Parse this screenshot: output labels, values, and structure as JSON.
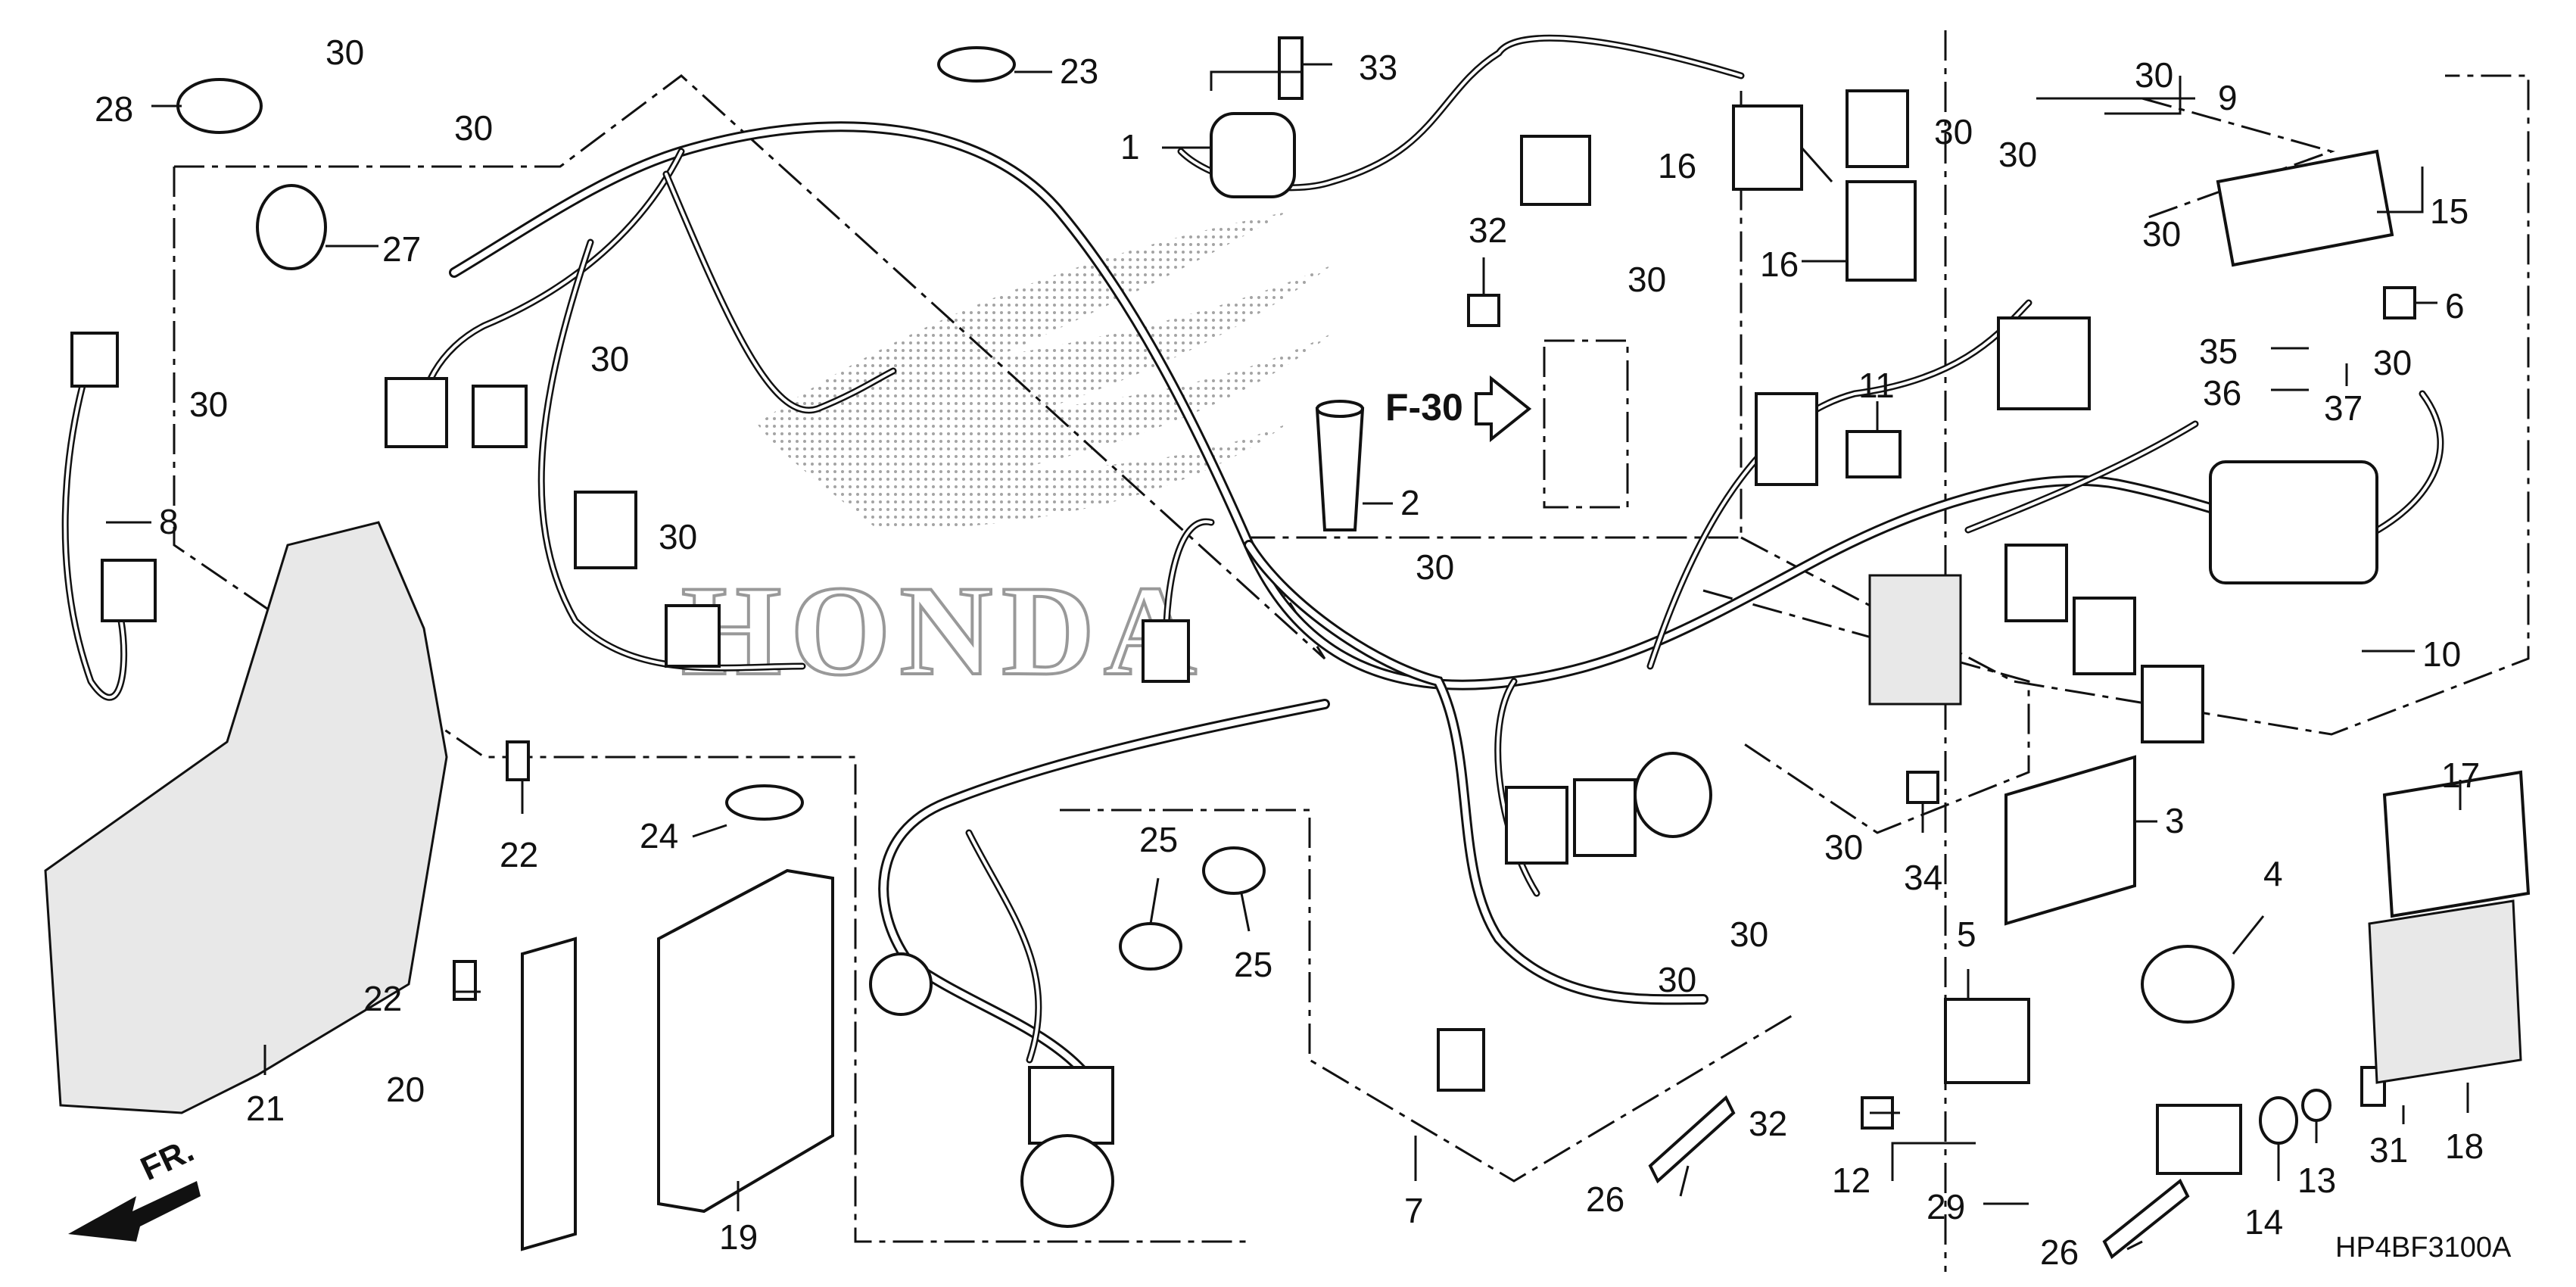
{
  "diagram": {
    "code": "HP4BF3100A",
    "reference": "F-30",
    "front_label": "FR.",
    "background_logo": "HONDA"
  },
  "callouts": {
    "c1": "1",
    "c2": "2",
    "c3": "3",
    "c4": "4",
    "c5": "5",
    "c6": "6",
    "c7": "7",
    "c8": "8",
    "c9": "9",
    "c10": "10",
    "c11": "11",
    "c12": "12",
    "c13": "13",
    "c14": "14",
    "c15": "15",
    "c16a": "16",
    "c16b": "16",
    "c17": "17",
    "c18": "18",
    "c19": "19",
    "c20": "20",
    "c21": "21",
    "c22a": "22",
    "c22b": "22",
    "c23": "23",
    "c24": "24",
    "c25a": "25",
    "c25b": "25",
    "c26a": "26",
    "c26b": "26",
    "c27": "27",
    "c28": "28",
    "c29": "29",
    "c30a": "30",
    "c30b": "30",
    "c30c": "30",
    "c30d": "30",
    "c30e": "30",
    "c30f": "30",
    "c30g": "30",
    "c30h": "30",
    "c30i": "30",
    "c30j": "30",
    "c30k": "30",
    "c30l": "30",
    "c30m": "30",
    "c30n": "30",
    "c30o": "30",
    "c31": "31",
    "c32a": "32",
    "c32b": "32",
    "c33": "33",
    "c34": "34",
    "c35": "35",
    "c36": "36",
    "c37": "37"
  }
}
